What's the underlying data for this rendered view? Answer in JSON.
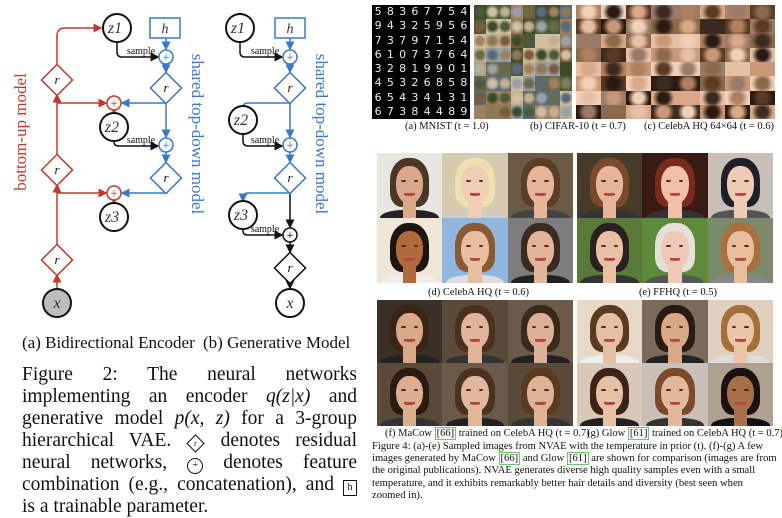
{
  "figure2": {
    "diagram": {
      "bottom_up_label": "bottom-up model",
      "top_down_label": "shared top-down model",
      "nodes": {
        "z1": "z1",
        "z2": "z2",
        "z3": "z3",
        "x": "x",
        "h": "h",
        "r": "r",
        "plus": "+"
      },
      "sample_label": "sample",
      "colors": {
        "encoder": "#c0392b",
        "decoder": "#3c78c8",
        "neutral": "#111111",
        "observed_fill": "#bdbdbd"
      }
    },
    "subcaption_a": "(a) Bidirectional Encoder",
    "subcaption_b": "(b) Generative Model",
    "caption": {
      "label": "Figure 2:",
      "part1": "The neural networks implementing an encoder",
      "encoder_math": "q(z|x)",
      "part2": "and generative model",
      "model_math": "p(x, z)",
      "part3": "for a 3-group hierarchical VAE.",
      "r_symbol": "r",
      "part4": "denotes residual neural networks,",
      "plus_symbol": "+",
      "part5": "denotes feature combination (e.g., concatenation), and",
      "h_symbol": "h",
      "part6": "is a trainable parameter."
    }
  },
  "figure4": {
    "mnist_digits": [
      "5",
      "8",
      "3",
      "6",
      "7",
      "7",
      "5",
      "4",
      "9",
      "4",
      "3",
      "2",
      "5",
      "9",
      "5",
      "6",
      "7",
      "3",
      "7",
      "9",
      "7",
      "1",
      "5",
      "4",
      "6",
      "1",
      "0",
      "7",
      "3",
      "7",
      "6",
      "4",
      "3",
      "2",
      "8",
      "1",
      "9",
      "9",
      "0",
      "1",
      "4",
      "5",
      "3",
      "2",
      "6",
      "8",
      "5",
      "8",
      "6",
      "5",
      "4",
      "3",
      "4",
      "1",
      "3",
      "1",
      "6",
      "7",
      "3",
      "8",
      "4",
      "4",
      "8",
      "9"
    ],
    "subcaptions": {
      "a": "(a) MNIST (t = 1.0)",
      "b": "(b) CIFAR-10 (t = 0.7)",
      "c": "(c) CelebA HQ 64×64 (t = 0.6)",
      "d": "(d) CelebA HQ (t = 0.6)",
      "e": "(e) FFHQ (t = 0.5)",
      "f_pre": "(f) MaCow",
      "f_ref": "[66]",
      "f_post": "trained on CelebA HQ (t = 0.7)",
      "g_pre": "(g) Glow",
      "g_ref": "[61]",
      "g_post": "trained on CelebA HQ (t = 0.7)"
    },
    "caption": {
      "label": "Figure 4:",
      "part1": "(a)-(e) Sampled images from NVAE with the temperature in prior (t). (f)-(g) A few images generated by MaCow",
      "ref1": "[66]",
      "part2": "and Glow",
      "ref2": "[61]",
      "part3": "are shown for comparison (images are from the original publications). NVAE generates diverse high quality samples even with a small temperature, and it exhibits remarkably better hair details and diversity (best seen when zoomed in)."
    },
    "faces": {
      "d": [
        [
          "#e9e6e2",
          "#d9a88a",
          "#4a3526",
          "#222"
        ],
        [
          "#d6cbb0",
          "#f0cdb5",
          "#efe0b0",
          "#ccc"
        ],
        [
          "#6b5a45",
          "#e6b496",
          "#5a3e2a",
          "#444"
        ],
        [
          "#efe6d8",
          "#b06a3e",
          "#1d140f",
          "#eee"
        ],
        [
          "#8fb7e0",
          "#e7bea0",
          "#8a5a33",
          "#ddd"
        ],
        [
          "#7d7d7d",
          "#e2b59a",
          "#3a2a20",
          "#222"
        ]
      ],
      "e": [
        [
          "#463a2a",
          "#e6b59a",
          "#7a4a2a",
          "#333"
        ],
        [
          "#3a1a14",
          "#f0c0a8",
          "#7a2a1a",
          "#333"
        ],
        [
          "#c8c0b8",
          "#f0ccb6",
          "#1e2028",
          "#555"
        ],
        [
          "#5a7a3a",
          "#e9bfa5",
          "#2a2020",
          "#333"
        ],
        [
          "#5e8a3c",
          "#f0c8b8",
          "#e6e0da",
          "#555"
        ],
        [
          "#7c8a6a",
          "#e8bc9c",
          "#a8703e",
          "#888"
        ]
      ],
      "f": [
        [
          "#3a3028",
          "#d8a888",
          "#3a2418",
          "#222"
        ],
        [
          "#5a4a3a",
          "#e0b498",
          "#4a3020",
          "#333"
        ],
        [
          "#6a5a4a",
          "#dcb094",
          "#3a2a1e",
          "#222"
        ],
        [
          "#5a4838",
          "#dcae90",
          "#2a1a12",
          "#333"
        ],
        [
          "#6a5a4a",
          "#e2b89c",
          "#4a3222",
          "#222"
        ],
        [
          "#5a4a3a",
          "#deb294",
          "#5a3a22",
          "#333"
        ]
      ],
      "g": [
        [
          "#e8d8c8",
          "#e6c0a6",
          "#5a3a22",
          "#eee"
        ],
        [
          "#7a6a5a",
          "#d8a888",
          "#2a1a12",
          "#222"
        ],
        [
          "#e0d0c0",
          "#ecc4a8",
          "#a4703a",
          "#ddd"
        ],
        [
          "#d8c8b8",
          "#e8c0a4",
          "#3a2418",
          "#222"
        ],
        [
          "#c8c0b8",
          "#e2b89c",
          "#7a4a2a",
          "#333"
        ],
        [
          "#b0a090",
          "#a8704a",
          "#1a1210",
          "#111"
        ]
      ]
    }
  }
}
